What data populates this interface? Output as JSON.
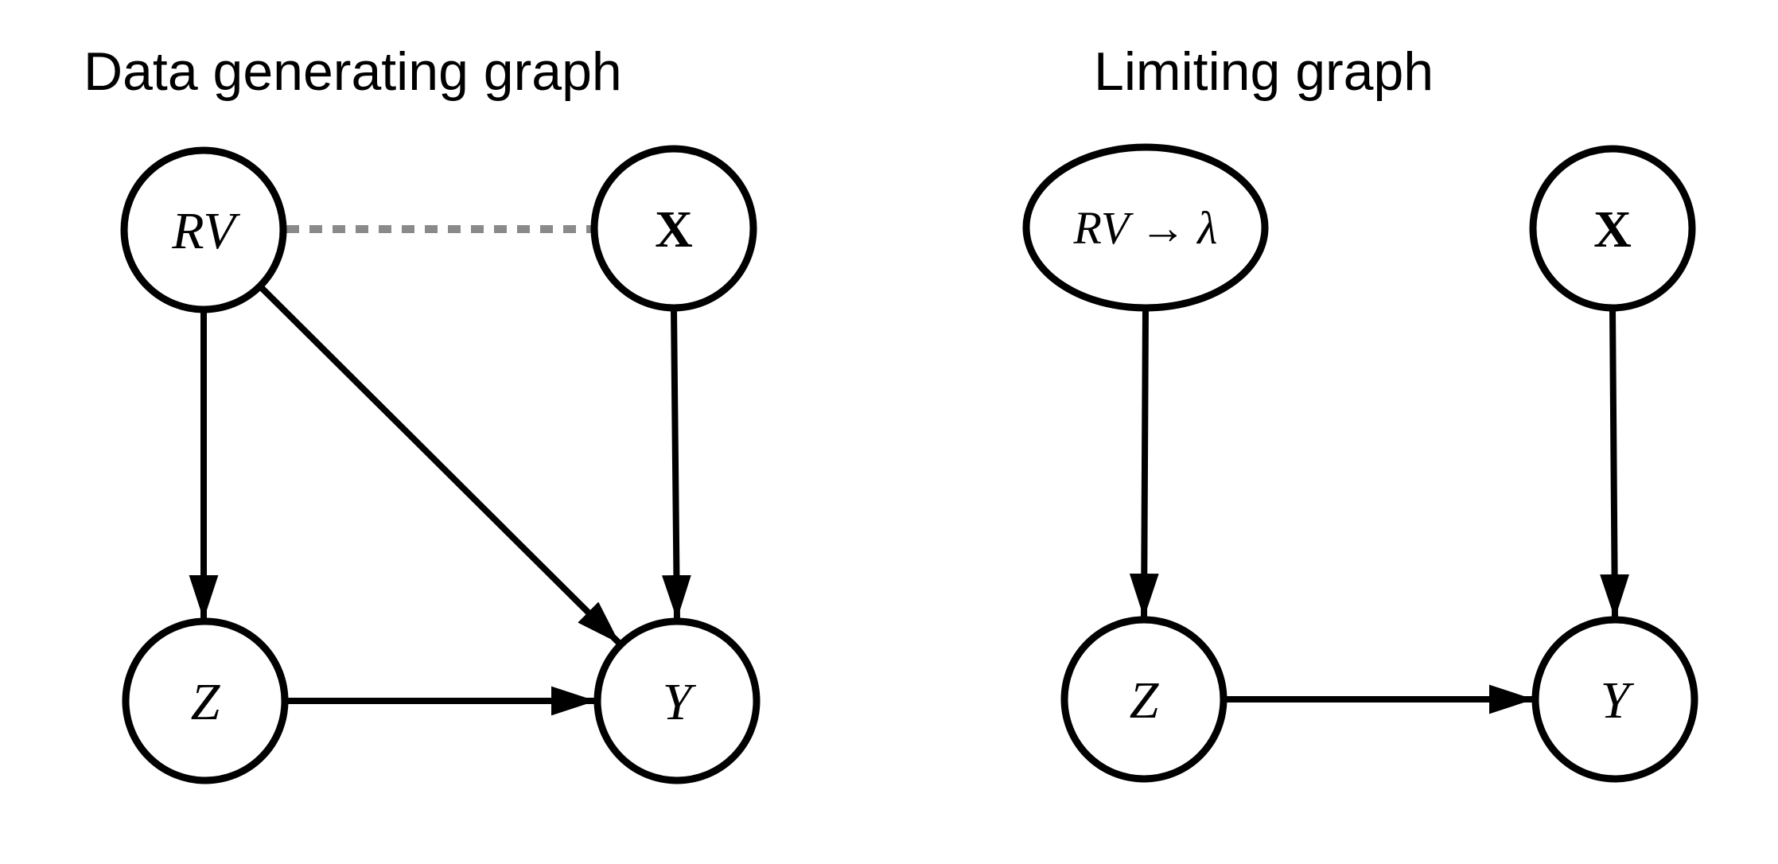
{
  "left": {
    "title": "Data generating graph",
    "nodes": {
      "rv": {
        "label": "RV"
      },
      "x": {
        "label": "X"
      },
      "z": {
        "label": "Z"
      },
      "y": {
        "label": "Y"
      }
    },
    "edges": [
      {
        "from": "RV",
        "to": "X",
        "type": "undirected",
        "style": "dashed",
        "color": "#8a8a8a"
      },
      {
        "from": "RV",
        "to": "Z",
        "type": "directed",
        "style": "solid",
        "color": "#000000"
      },
      {
        "from": "RV",
        "to": "Y",
        "type": "directed",
        "style": "solid",
        "color": "#000000"
      },
      {
        "from": "X",
        "to": "Y",
        "type": "directed",
        "style": "solid",
        "color": "#000000"
      },
      {
        "from": "Z",
        "to": "Y",
        "type": "directed",
        "style": "solid",
        "color": "#000000"
      }
    ]
  },
  "right": {
    "title": "Limiting graph",
    "nodes": {
      "rv_lambda": {
        "label": "RV → λ"
      },
      "x": {
        "label": "X"
      },
      "z": {
        "label": "Z"
      },
      "y": {
        "label": "Y"
      }
    },
    "edges": [
      {
        "from": "RV → λ",
        "to": "Z",
        "type": "directed",
        "style": "solid",
        "color": "#000000"
      },
      {
        "from": "X",
        "to": "Y",
        "type": "directed",
        "style": "solid",
        "color": "#000000"
      },
      {
        "from": "Z",
        "to": "Y",
        "type": "directed",
        "style": "solid",
        "color": "#000000"
      }
    ]
  },
  "colors": {
    "background": "#ffffff",
    "node_stroke": "#000000",
    "edge": "#000000",
    "dashed_edge": "#8a8a8a"
  }
}
